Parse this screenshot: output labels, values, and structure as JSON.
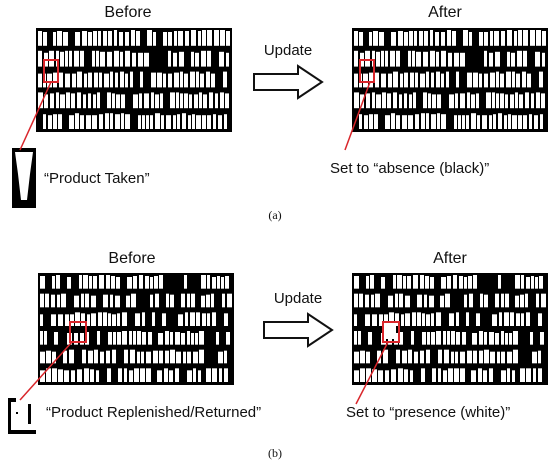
{
  "panel_a": {
    "before_title": "Before",
    "after_title": "After",
    "update_label": "Update",
    "crop_caption": "“Product Taken”",
    "set_caption": "Set to “absence (black)”",
    "sublabel": "(a)"
  },
  "panel_b": {
    "before_title": "Before",
    "after_title": "After",
    "update_label": "Update",
    "crop_caption": "“Product Replenished/Returned”",
    "set_caption": "Set to “presence (white)”",
    "sublabel": "(b)"
  },
  "colors": {
    "highlight": "#d9262b",
    "presence": "#ffffff",
    "absence": "#000000"
  }
}
